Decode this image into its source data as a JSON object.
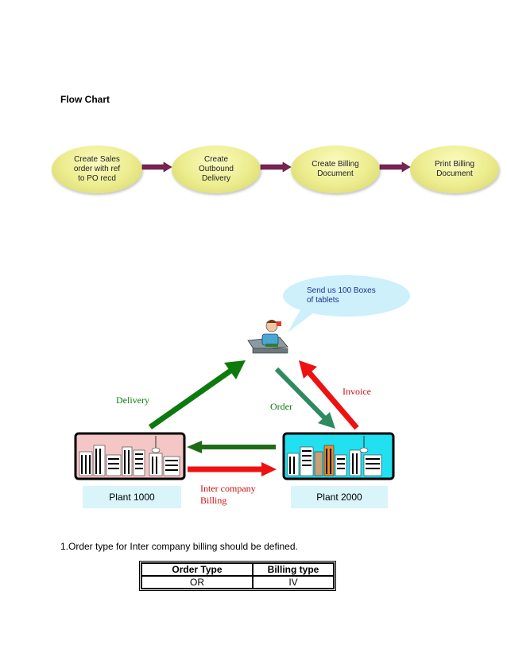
{
  "page": {
    "heading": "Flow Chart",
    "note": "1.Order type for Inter company billing should be defined."
  },
  "flow": {
    "steps": [
      "Create Sales\norder with ref\nto PO recd",
      "Create\nOutbound\nDelivery",
      "Create Billing\nDocument",
      "Print Billing\nDocument"
    ]
  },
  "diagram": {
    "bubble": "Send us 100 Boxes\nof tablets",
    "labels": {
      "delivery": "Delivery",
      "order": "Order",
      "invoice": "Invoice",
      "intercompany": "Inter company\nBilling"
    },
    "plants": [
      "Plant 1000",
      "Plant 2000"
    ],
    "colors": {
      "green": "#0d7a0d",
      "teal": "#2e8b5f",
      "red": "#ee1111",
      "darkgreen": "#1e6b16",
      "plant1_sky": "#f4c6c6",
      "plant2_sky": "#22e0ef"
    }
  },
  "table": {
    "headers": [
      "Order Type",
      "Billing type"
    ],
    "rows": [
      [
        "OR",
        "IV"
      ]
    ]
  }
}
